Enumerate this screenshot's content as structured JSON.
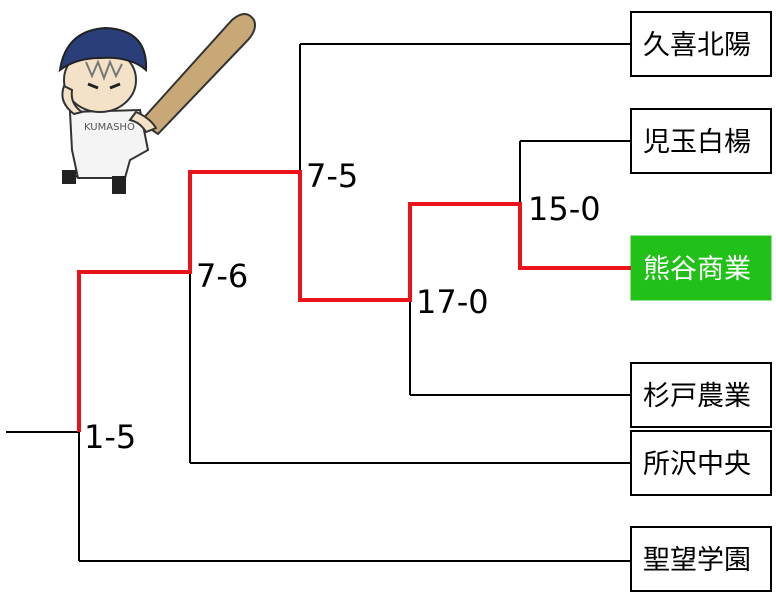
{
  "teams": [
    {
      "id": "kuki",
      "name": "久喜北陽",
      "highlight": false
    },
    {
      "id": "kodama",
      "name": "児玉白楊",
      "highlight": false
    },
    {
      "id": "kumagaya",
      "name": "熊谷商業",
      "highlight": true
    },
    {
      "id": "sugito",
      "name": "杉戸農業",
      "highlight": false
    },
    {
      "id": "tokorozawa",
      "name": "所沢中央",
      "highlight": false
    },
    {
      "id": "seibo",
      "name": "聖望学園",
      "highlight": false
    }
  ],
  "scores": {
    "round1": "15-0",
    "round2": "17-0",
    "round3": "7-5",
    "round4": "7-6",
    "final": "1-5"
  },
  "mascot": {
    "name": "baseball-player-mascot",
    "jersey_text": "KUMASHO"
  },
  "colors": {
    "path": "#e8131b",
    "line": "#000000",
    "highlight_bg": "#22c11a",
    "highlight_text": "#ffffff",
    "bat": "#c9a877",
    "helmet": "#2a3f7a"
  }
}
